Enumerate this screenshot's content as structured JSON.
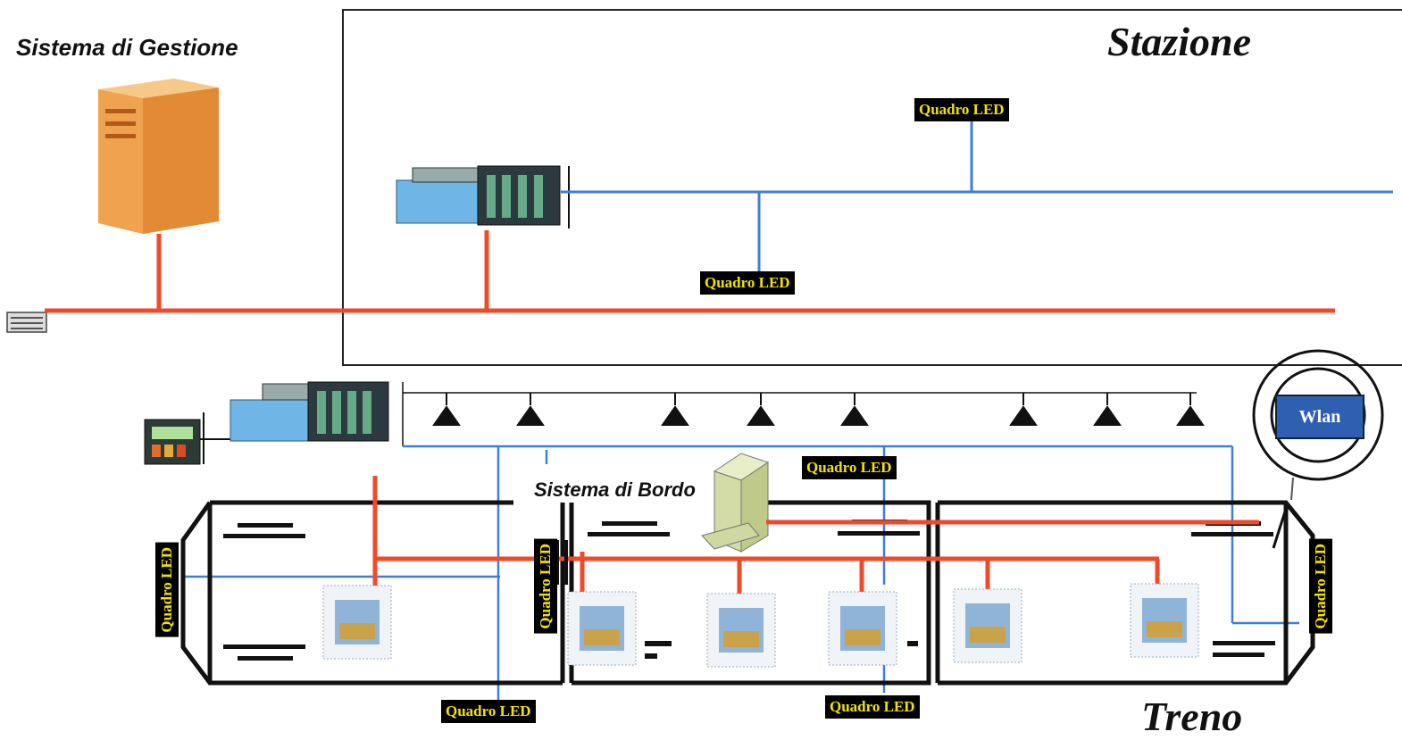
{
  "labels": {
    "sistema_gestione": "Sistema di Gestione",
    "stazione": "Stazione",
    "sistema_bordo": "Sistema di Bordo",
    "treno": "Treno",
    "wlan": "Wlan"
  },
  "led_panels": [
    "Quadro LED",
    "Quadro LED",
    "Quadro LED",
    "Quadro LED",
    "Quadro LED",
    "Quadro LED",
    "Quadro LED",
    "Quadro LED"
  ],
  "colors": {
    "fieldbus": "#f04a2a",
    "data_bus": "#3f7fd6",
    "led_label_bg": "#000000",
    "led_label_text": "#f2e200",
    "wlan_box": "#2f5fb0"
  },
  "icons": {
    "server": "server-tower-icon",
    "plc": "plc-rack-icon",
    "keypad": "keypad-terminal-icon",
    "speaker": "ceiling-speaker-icon",
    "display": "passenger-display-icon",
    "antenna": "wlan-antenna-icon"
  }
}
